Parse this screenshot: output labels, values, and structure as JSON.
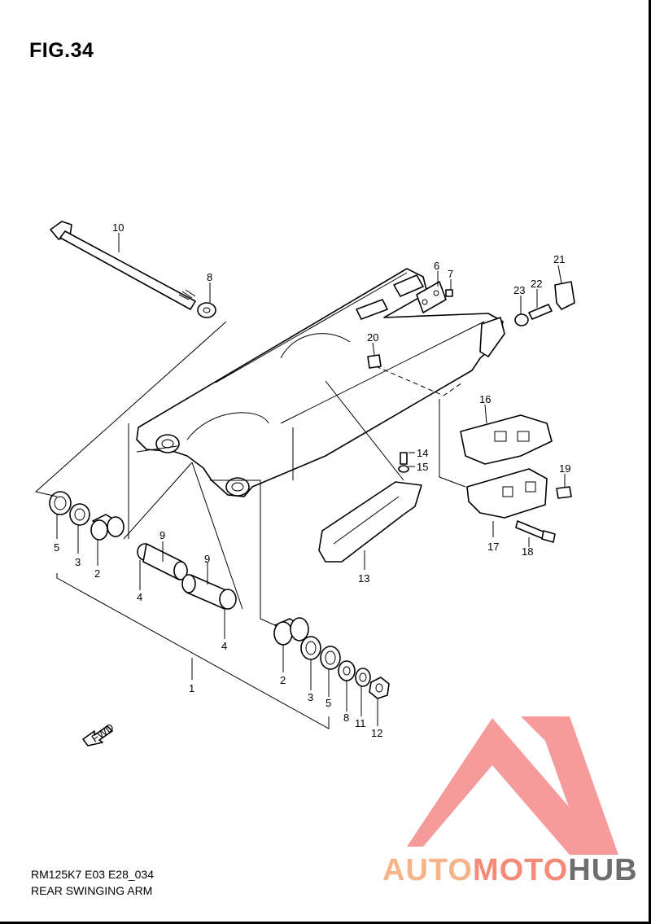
{
  "figure_title": "FIG.34",
  "footer": {
    "code": "RM125K7 E03 E28_034",
    "name": "REAR SWINGING ARM"
  },
  "watermark": {
    "part1": "AUTO",
    "part2": "MOTO",
    "part3": "HUB",
    "colors": {
      "logo": "#f58a8a",
      "auto": "#f7b38a",
      "moto": "#f58a78",
      "hub": "#6e6e6e"
    }
  },
  "fwd_label": "FWD",
  "callouts": {
    "c10": "10",
    "c8a": "8",
    "c6": "6",
    "c7": "7",
    "c21": "21",
    "c22": "22",
    "c23": "23",
    "c20": "20",
    "c16": "16",
    "c14": "14",
    "c15": "15",
    "c19": "19",
    "c17": "17",
    "c18": "18",
    "c13": "13",
    "c5a": "5",
    "c3a": "3",
    "c2a": "2",
    "c9a": "9",
    "c9b": "9",
    "c4a": "4",
    "c4b": "4",
    "c1": "1",
    "c2b": "2",
    "c3b": "3",
    "c5b": "5",
    "c8b": "8",
    "c11": "11",
    "c12": "12"
  }
}
